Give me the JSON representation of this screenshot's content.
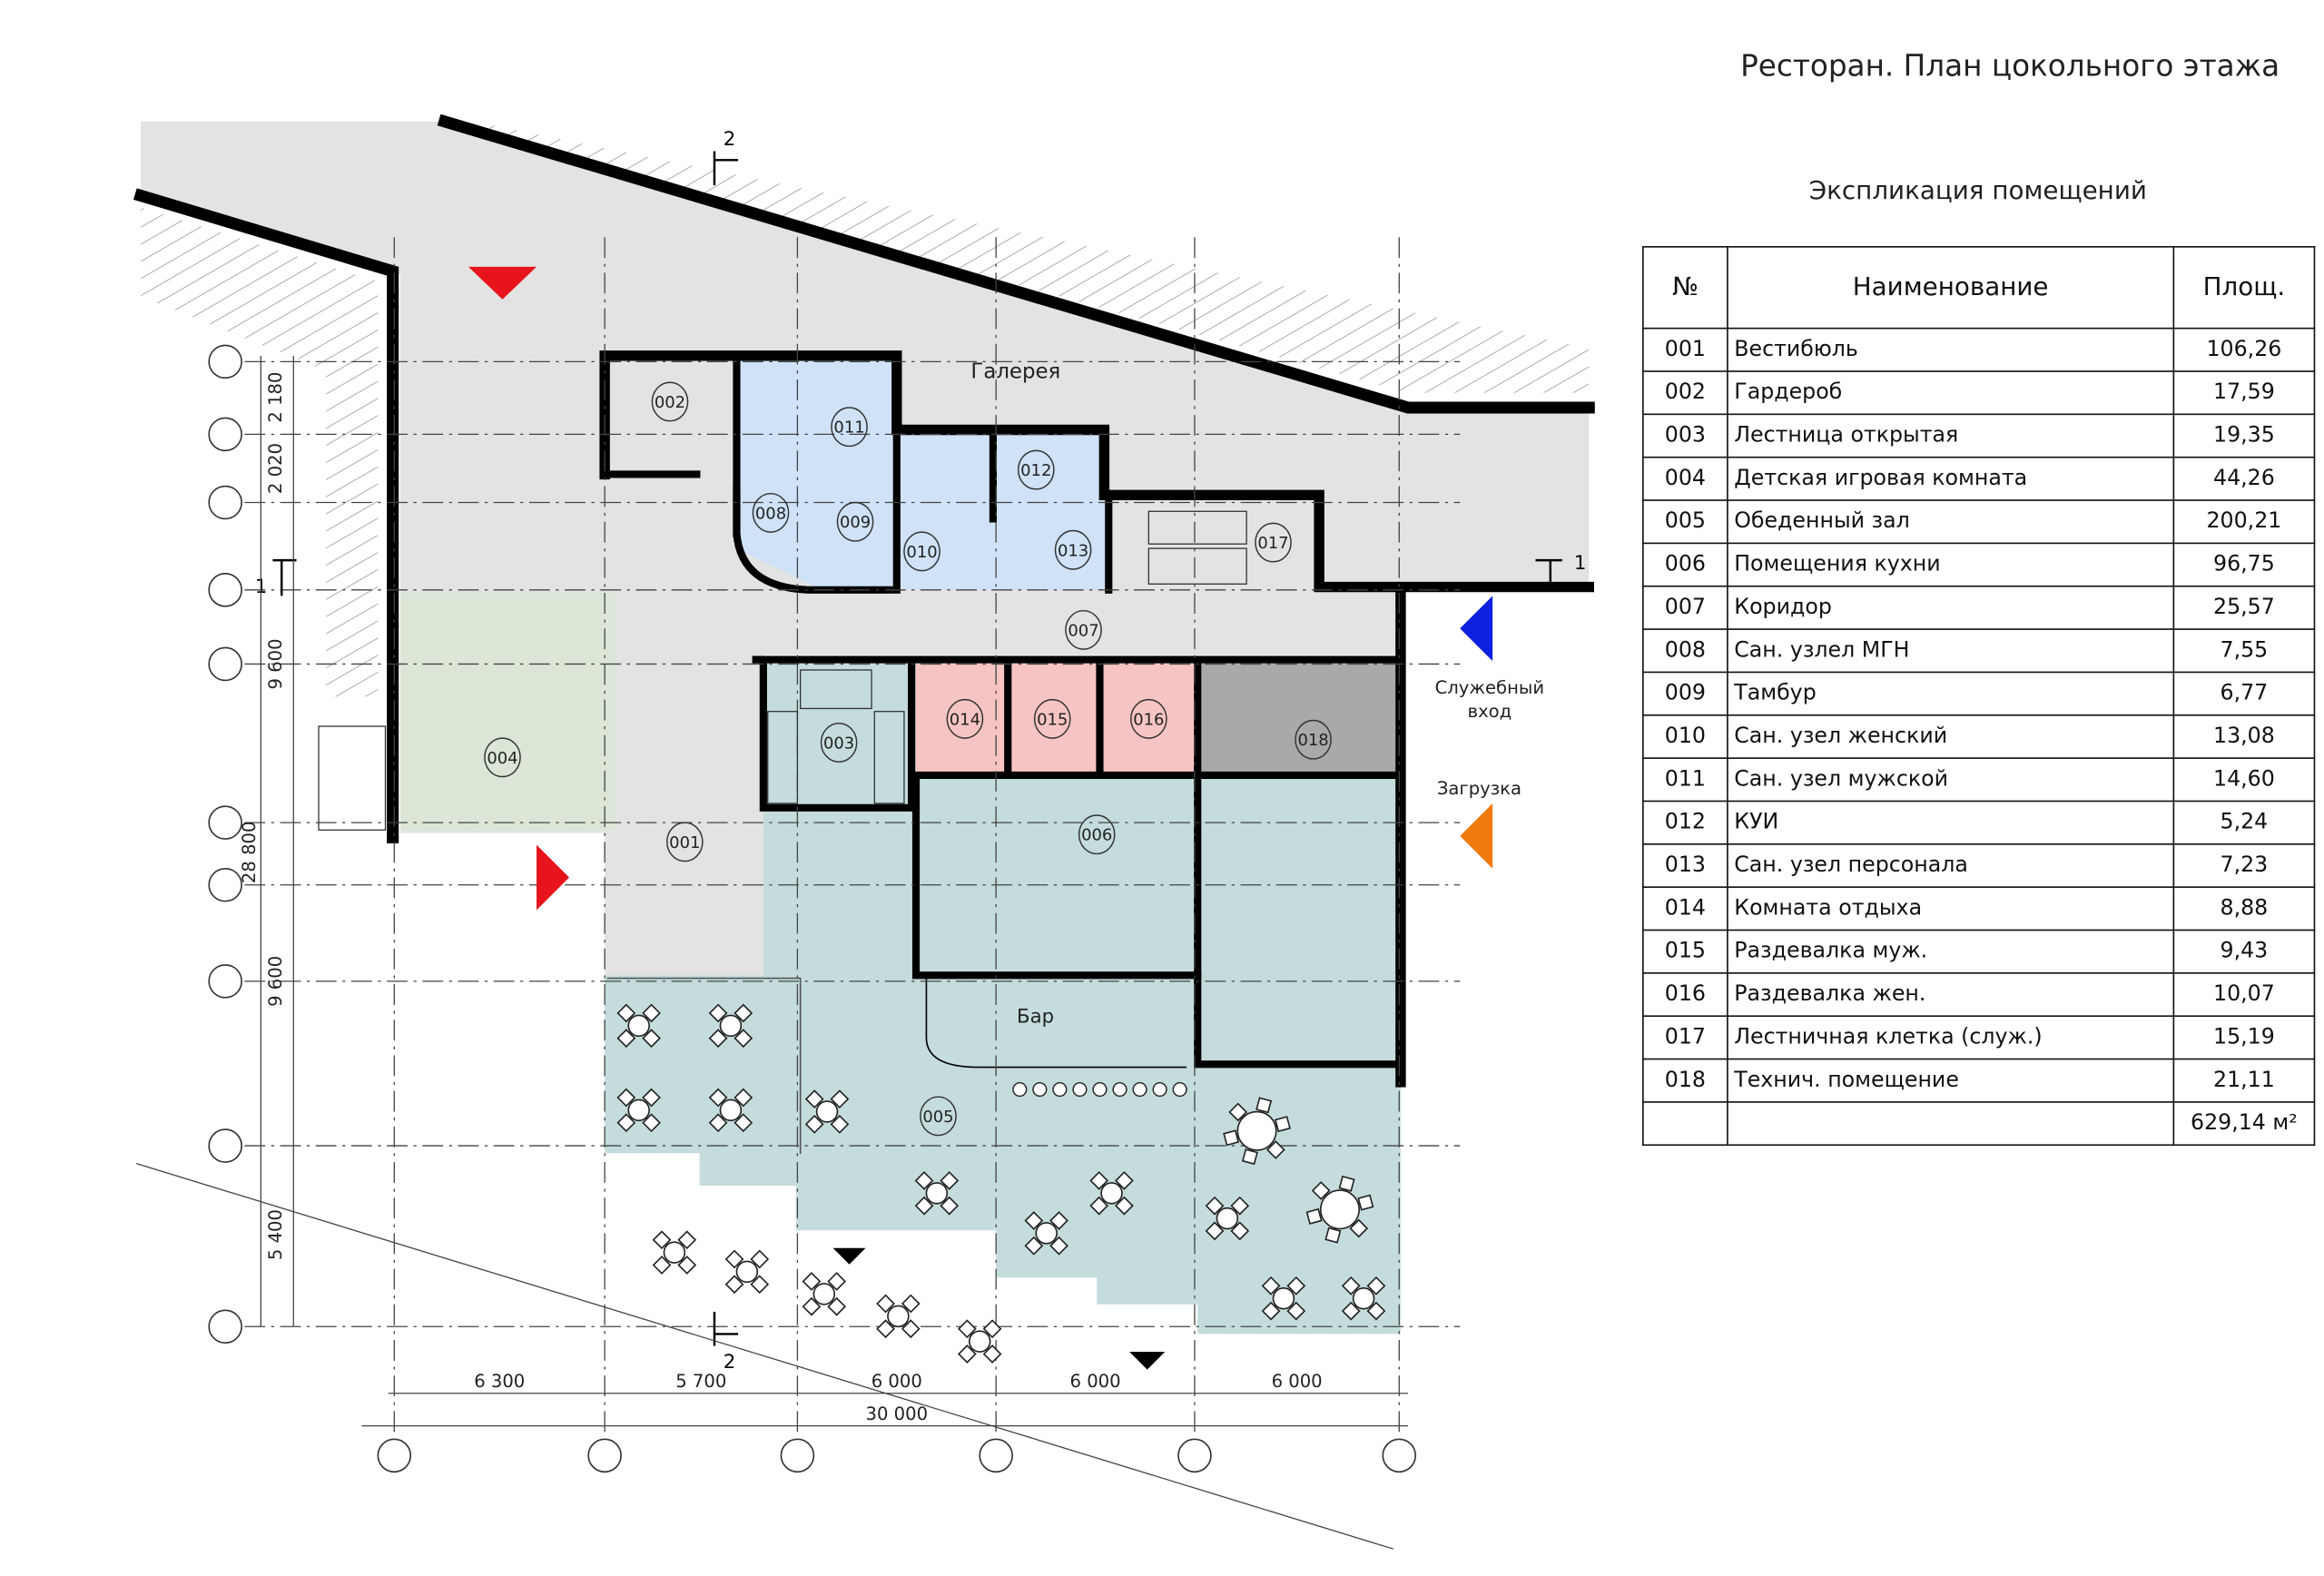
{
  "title": "Ресторан. План цокольного этажа",
  "explication": {
    "title": "Экспликация помещений",
    "headers": {
      "num": "№",
      "name": "Наименование",
      "area": "Площ."
    },
    "rows": [
      {
        "num": "001",
        "name": "Вестибюль",
        "area": "106,26"
      },
      {
        "num": "002",
        "name": "Гардероб",
        "area": "17,59"
      },
      {
        "num": "003",
        "name": "Лестница открытая",
        "area": "19,35"
      },
      {
        "num": "004",
        "name": "Детская игровая комната",
        "area": "44,26"
      },
      {
        "num": "005",
        "name": "Обеденный зал",
        "area": "200,21"
      },
      {
        "num": "006",
        "name": "Помещения кухни",
        "area": "96,75"
      },
      {
        "num": "007",
        "name": "Коридор",
        "area": "25,57"
      },
      {
        "num": "008",
        "name": "Сан. узлел МГН",
        "area": "7,55"
      },
      {
        "num": "009",
        "name": "Тамбур",
        "area": "6,77"
      },
      {
        "num": "010",
        "name": "Сан. узел женский",
        "area": "13,08"
      },
      {
        "num": "011",
        "name": "Сан. узел мужской",
        "area": "14,60"
      },
      {
        "num": "012",
        "name": "КУИ",
        "area": "5,24"
      },
      {
        "num": "013",
        "name": "Сан. узел персонала",
        "area": "7,23"
      },
      {
        "num": "014",
        "name": "Комната отдыха",
        "area": "8,88"
      },
      {
        "num": "015",
        "name": "Раздевалка муж.",
        "area": "9,43"
      },
      {
        "num": "016",
        "name": "Раздевалка жен.",
        "area": "10,07"
      },
      {
        "num": "017",
        "name": "Лестничная клетка (служ.)",
        "area": "15,19"
      },
      {
        "num": "018",
        "name": "Технич. помещение",
        "area": "21,11"
      }
    ],
    "total": "629,14 м²"
  },
  "plan": {
    "labels": {
      "gallery": "Галерея",
      "bar": "Бар",
      "service_entry_1": "Служебный",
      "service_entry_2": "вход",
      "loading": "Загрузка"
    },
    "rooms": [
      "001",
      "002",
      "003",
      "004",
      "005",
      "006",
      "007",
      "008",
      "009",
      "010",
      "011",
      "012",
      "013",
      "014",
      "015",
      "016",
      "017",
      "018"
    ],
    "dims_vertical": [
      "2 180",
      "2 020",
      "9 600",
      "28 800",
      "9 600",
      "5 400"
    ],
    "dims_horizontal": [
      "6 300",
      "5 700",
      "6 000",
      "6 000",
      "6 000"
    ],
    "dim_total": "30 000",
    "sections": {
      "s1": "1",
      "s2": "2"
    },
    "colors": {
      "corridor": "#e3e3e3",
      "wc": "#cfe2f7",
      "kids": "#dbe6d6",
      "hall": "#c5dcdc",
      "staff": "#f7c4c4",
      "tech": "#a9a9a9",
      "entry": "#e8141b",
      "service": "#1020e0",
      "loading": "#f07a10"
    }
  }
}
